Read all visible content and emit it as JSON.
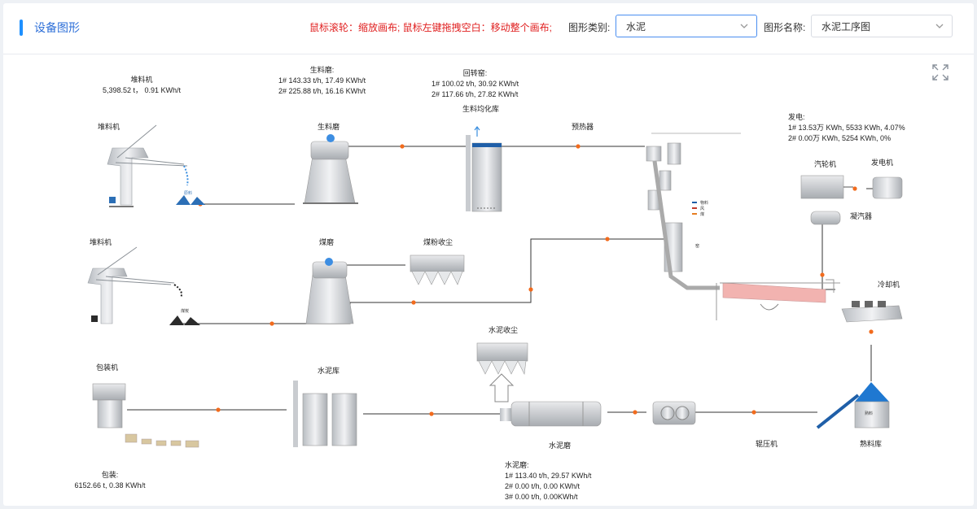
{
  "header": {
    "title": "设备图形",
    "hint": "鼠标滚轮：缩放画布; 鼠标左键拖拽空白：移动整个画布;",
    "category_label": "图形类别:",
    "category_value": "水泥",
    "name_label": "图形名称:",
    "name_value": "水泥工序图"
  },
  "icons": {
    "dropdown": "chevron-down-icon",
    "fullscreen": "expand-arrows-icon"
  },
  "colors": {
    "accent": "#1e90ff",
    "hint_red": "#e02020",
    "node_orange": "#f26b1d",
    "line": "#333333"
  },
  "stats": {
    "stacker1": {
      "title": "堆料机",
      "line1": "5,398.52 t， 0.91 KWh/t"
    },
    "raw_mill": {
      "title": "生料磨:",
      "line1": "1#  143.33 t/h, 17.49 KWh/t",
      "line2": "2#  225.88 t/h, 16.16 KWh/t"
    },
    "kiln": {
      "title": "回转窑:",
      "line1": "1#  100.02 t/h, 30.92 KWh/t",
      "line2": "2#  117.66 t/h, 27.82 KWh/t"
    },
    "power": {
      "title": "发电:",
      "line1": "1#  13.53万 KWh, 5533 KWh, 4.07%",
      "line2": "2#  0.00万 KWh, 5254 KWh, 0%"
    },
    "packing": {
      "title": "包装:",
      "line1": "6152.66 t, 0.38 KWh/t"
    },
    "cement_mill": {
      "title": "水泥磨:",
      "line1": "1#  113.40 t/h, 29.57 KWh/t",
      "line2": "2#  0.00 t/h, 0.00 KWh/t",
      "line3": "3#  0.00 t/h, 0.00KWh/t"
    }
  },
  "equipment": {
    "stacker_top": "堆料机",
    "raw_mill": "生料磨",
    "homogenizing": "生料均化库",
    "preheater": "预热器",
    "stacker_mid": "堆料机",
    "coal_mill": "煤磨",
    "coal_dust": "煤粉收尘",
    "turbine": "汽轮机",
    "generator": "发电机",
    "condenser": "凝汽器",
    "cooler": "冷却机",
    "packer": "包装机",
    "cement_silo": "水泥库",
    "cement_dust": "水泥收尘",
    "cement_mill": "水泥磨",
    "roller_press": "辊压机",
    "clinker_silo": "熟料库",
    "clinker_tag": "熟料",
    "raw_tag": "原料",
    "coal_tag": "煤炭",
    "legend_1": "物料",
    "legend_2": "风",
    "legend_3": "煤",
    "kiln_tag": "窑"
  }
}
